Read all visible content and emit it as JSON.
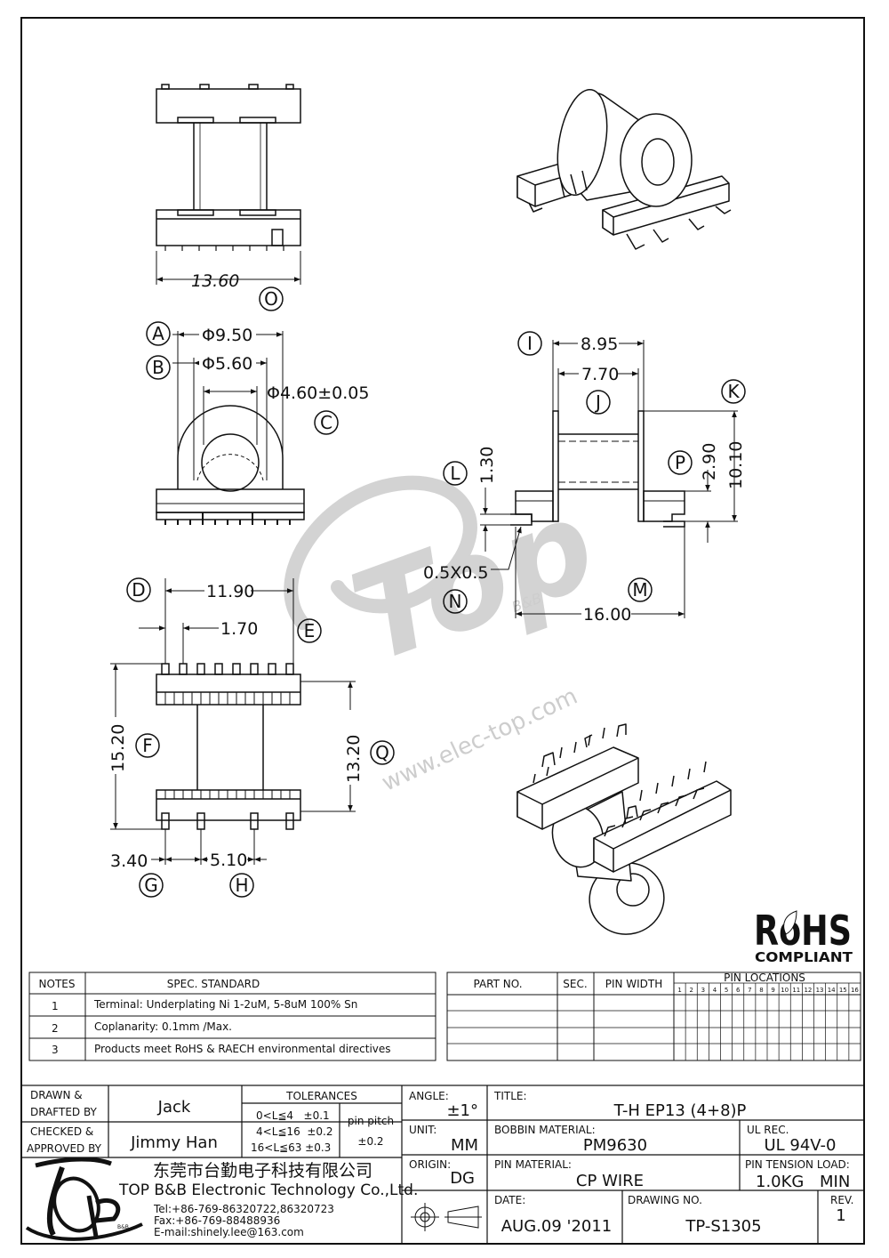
{
  "dimensions": {
    "width_total": "13.60",
    "d_A": "Φ9.50",
    "d_B": "Φ5.60",
    "d_C": "Φ4.60±0.05",
    "w_I": "8.95",
    "w_J": "7.70",
    "h_K": "10.10",
    "h_P": "2.90",
    "h_L": "1.30",
    "n_N": "0.5X0.5",
    "w_M": "16.00",
    "w_D": "11.90",
    "w_E": "1.70",
    "h_F": "15.20",
    "h_Q": "13.20",
    "w_G": "3.40",
    "w_H": "5.10"
  },
  "callouts": {
    "O": "O",
    "A": "A",
    "B": "B",
    "C": "C",
    "I": "I",
    "J": "J",
    "K": "K",
    "P": "P",
    "L": "L",
    "N": "N",
    "M": "M",
    "D": "D",
    "E": "E",
    "F": "F",
    "Q": "Q",
    "G": "G",
    "H": "H"
  },
  "watermark": {
    "brand": "Top",
    "tag": "B&B",
    "url": "www.elec-top.com"
  },
  "rohs": {
    "title": "RoHS",
    "subtitle": "COMPLIANT"
  },
  "notes_table": {
    "headers": [
      "NOTES",
      "SPEC. STANDARD"
    ],
    "rows": [
      {
        "no": "1",
        "text": "Terminal: Underplating Ni 1-2uM, 5-8uM 100% Sn"
      },
      {
        "no": "2",
        "text": "Coplanarity: 0.1mm /Max."
      },
      {
        "no": "3",
        "text": "Products meet RoHS & RAECH environmental directives"
      }
    ]
  },
  "part_table": {
    "headers": [
      "PART NO.",
      "SEC.",
      "PIN WIDTH",
      "PIN LOCATIONS"
    ],
    "pins": [
      "1",
      "2",
      "3",
      "4",
      "5",
      "6",
      "7",
      "8",
      "9",
      "10",
      "11",
      "12",
      "13",
      "14",
      "15",
      "16"
    ]
  },
  "title_block": {
    "drawn_label_1": "DRAWN &",
    "drawn_label_2": "DRAFTED BY",
    "drawn_by": "Jack",
    "checked_label_1": "CHECKED &",
    "checked_label_2": "APPROVED BY",
    "approved_by": "Jimmy Han",
    "tolerances_label": "TOLERANCES",
    "tol_1": "0<L≦4   ±0.1",
    "tol_2": "4<L≦16  ±0.2",
    "tol_3": "16<L≦63 ±0.3",
    "pin_pitch_label": "pin pitch",
    "pin_pitch_value": "±0.2",
    "angle_label": "ANGLE:",
    "angle_value": "±1°",
    "unit_label": "UNIT:",
    "unit_value": "MM",
    "origin_label": "ORIGIN:",
    "origin_value": "DG",
    "title_label": "TITLE:",
    "title_value": "T-H EP13 (4+8)P",
    "bobbin_label": "BOBBIN MATERIAL:",
    "bobbin_value": "PM9630",
    "ul_label": "UL REC.",
    "ul_value": "UL 94V-0",
    "pin_material_label": "PIN MATERIAL:",
    "pin_material_value": "CP WIRE",
    "pin_tension_label": "PIN TENSION LOAD:",
    "pin_tension_value": "1.0KG",
    "pin_tension_min": "MIN",
    "date_label": "DATE:",
    "date_value": "AUG.09 '2011",
    "drawing_no_label": "DRAWING NO.",
    "drawing_no_value": "TP-S1305",
    "rev_label": "REV.",
    "rev_value": "1"
  },
  "company": {
    "name_cn": "东莞市台勤电子科技有限公司",
    "name_en": "TOP B&B Electronic Technology Co.,Ltd.",
    "tel": "Tel:+86-769-86320722,86320723",
    "fax": "Fax:+86-769-88488936",
    "email": "E-mail:shinely.lee@163.com",
    "logo_tag": "B&B"
  }
}
